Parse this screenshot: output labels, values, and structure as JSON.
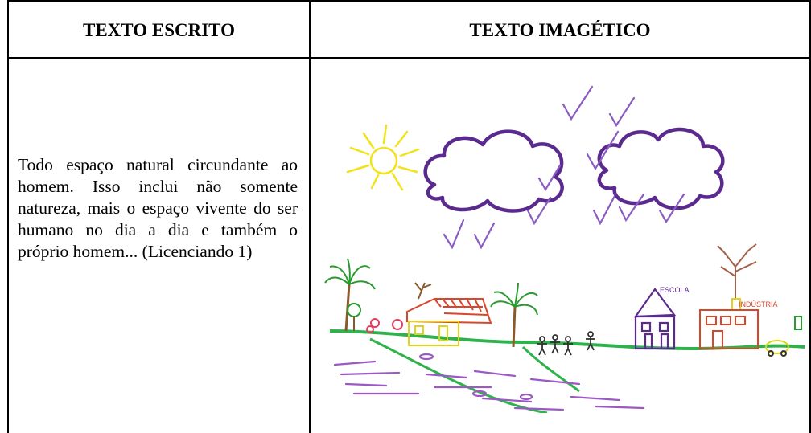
{
  "table": {
    "headers": [
      "TEXTO ESCRITO",
      "TEXTO IMAGÉTICO"
    ],
    "written_text": "Todo espaço natural circundante ao homem. Isso inclui não somente natureza, mais o espaço vivente do ser humano no dia a dia e também o próprio homem... (Licenciando 1)"
  },
  "drawing": {
    "labels": {
      "school": "ESCOLA",
      "industry": "INDÚSTRIA"
    }
  }
}
